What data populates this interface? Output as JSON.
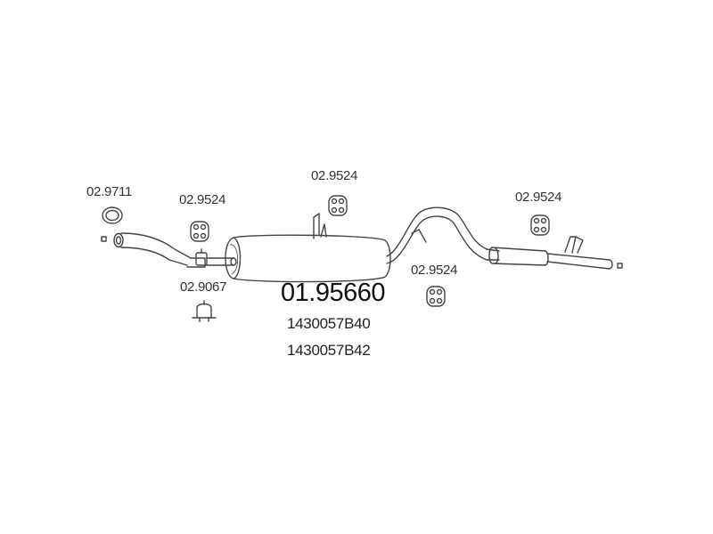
{
  "parts": {
    "gasket_code": "02.9711",
    "clamp_code": "02.9067",
    "hanger_left_code": "02.9524",
    "hanger_center_code": "02.9524",
    "hanger_mid_code": "02.9524",
    "hanger_right_code": "02.9524"
  },
  "main_part": {
    "code": "01.95660",
    "oem_numbers": [
      "1430057B40",
      "1430057B42"
    ]
  },
  "colors": {
    "line": "#444444",
    "fill": "#ffffff",
    "text": "#333333"
  }
}
